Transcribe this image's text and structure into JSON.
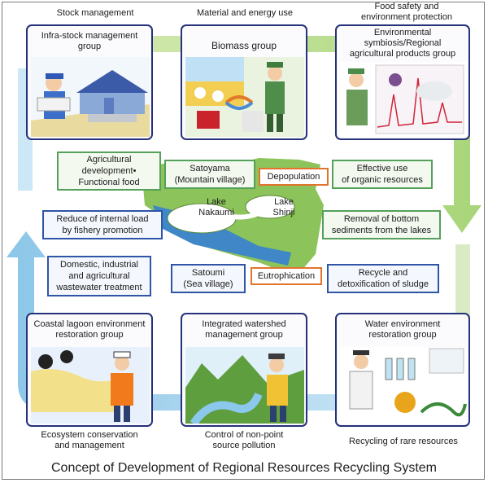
{
  "top_captions": {
    "left": "Stock management",
    "center": "Material and energy use",
    "right": "Food safety and\nenvironment  protection"
  },
  "groups": {
    "infra": "Infra-stock management\ngroup",
    "biomass": "Biomass group",
    "symbiosis": "Environmental\nsymbiosis/Regional\nagricultural products group",
    "coastal": "Coastal lagoon environment\nrestoration group",
    "watershed": "Integrated watershed\nmanagement group",
    "water": "Water environment\nrestoration group"
  },
  "bottom_captions": {
    "left": "Ecosystem conservation\nand management",
    "center": "Control of non-point\nsource pollution",
    "right": "Recycling of rare resources"
  },
  "center": {
    "agri": "Agricultural\ndevelopment•\nFunctional food",
    "satoyama": "Satoyama\n(Mountain village)",
    "depopulation": "Depopulation",
    "organic": "Effective use\nof organic resources",
    "internal_load": "Reduce of internal load\nby fishery promotion",
    "removal": "Removal of bottom\nsediments from the lakes",
    "wastewater": "Domestic, industrial\nand agricultural\nwastewater treatment",
    "satoumi": "Satoumi\n(Sea village)",
    "eutrophication": "Eutrophication",
    "sludge": "Recycle and\ndetoxification of sludge",
    "lake_nakaumi": "Lake\nNakaumi",
    "lake_shinji": "Lake\nShinji"
  },
  "main_title": "Concept of Development of Regional Resources Recycling System",
  "colors": {
    "group_border": "#25317a",
    "green_border": "#55a05a",
    "blue_border": "#2f55a6",
    "orange_border": "#e2742e",
    "arrow_green": "#bfe08f",
    "arrow_blue": "#a9d4ee"
  }
}
